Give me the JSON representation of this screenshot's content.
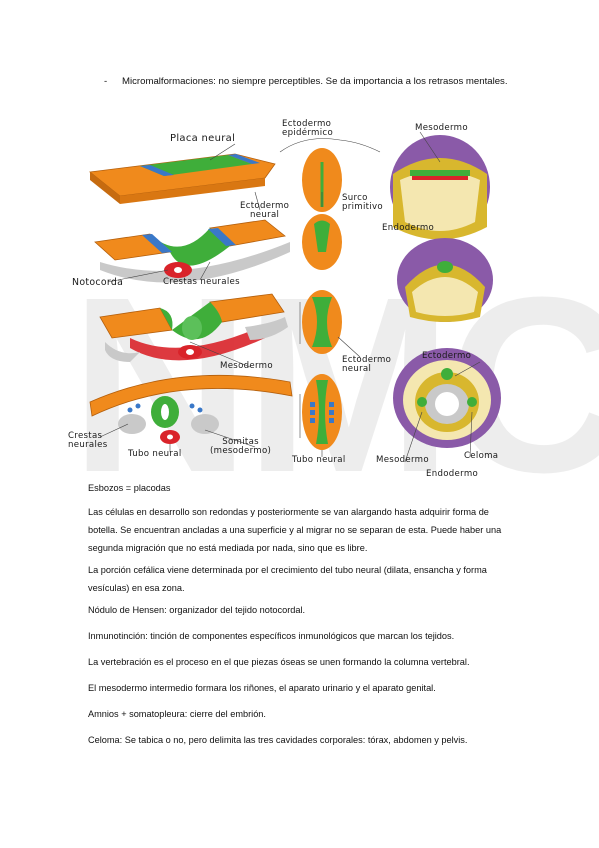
{
  "watermark": "NMC",
  "bullet": {
    "dash": "-",
    "text": "Micromalformaciones: no siempre perceptibles. Se da importancia a los retrasos mentales."
  },
  "figure": {
    "labels": {
      "placa_neural": "Placa neural",
      "ectodermo_epidermico": "Ectodermo\nepidérmico",
      "mesodermo_top": "Mesodermo",
      "ectodermo_neural_1": "Ectodermo\nneural",
      "surco_primitivo": "Surco\nprimitivo",
      "endodermo_top": "Endodermo",
      "notocorda": "Notocorda",
      "crestas_neurales_1": "Crestas neurales",
      "mesodermo_mid": "Mesodermo",
      "ectodermo_neural_2": "Ectodermo\nneural",
      "ectodermo_right": "Ectodermo",
      "crestas_neurales_2": "Crestas\nneurales",
      "tubo_neural_1": "Tubo neural",
      "somitas": "Somitas\n(mesodermo)",
      "tubo_neural_2": "Tubo neural",
      "mesodermo_bottom": "Mesodermo",
      "celoma": "Celoma",
      "endodermo_bottom": "Endodermo"
    }
  },
  "paragraphs": [
    "Esbozos = placodas",
    "Las células en desarrollo son redondas y posteriormente se van alargando hasta adquirir forma de botella. Se encuentran ancladas a una superficie y al migrar no se separan de esta. Puede haber una segunda migración que no está mediada por nada, sino que es libre.",
    "La porción cefálica viene determinada por el crecimiento del tubo neural (dilata, ensancha y forma vesículas) en esa zona.",
    "Nódulo de Hensen: organizador del tejido notocordal.",
    "Inmunotinción: tinción de componentes específicos inmunológicos que marcan los tejidos.",
    "La vertebración es el proceso en el que piezas óseas se unen formando la columna vertebral.",
    "El mesodermo intermedio formara los riñones, el aparato urinario y el aparato genital.",
    "Amnios + somatopleura: cierre del embrión.",
    "Celoma: Se tabica o no, pero delimita las tres cavidades corporales: tórax, abdomen y pelvis."
  ],
  "colors": {
    "orange": "#f08a1c",
    "green": "#3fae3a",
    "blue": "#3a78c8",
    "red": "#d9232a",
    "purple": "#8a5aa8",
    "grey": "#b9b9b9",
    "cream": "#f4e7b0"
  }
}
